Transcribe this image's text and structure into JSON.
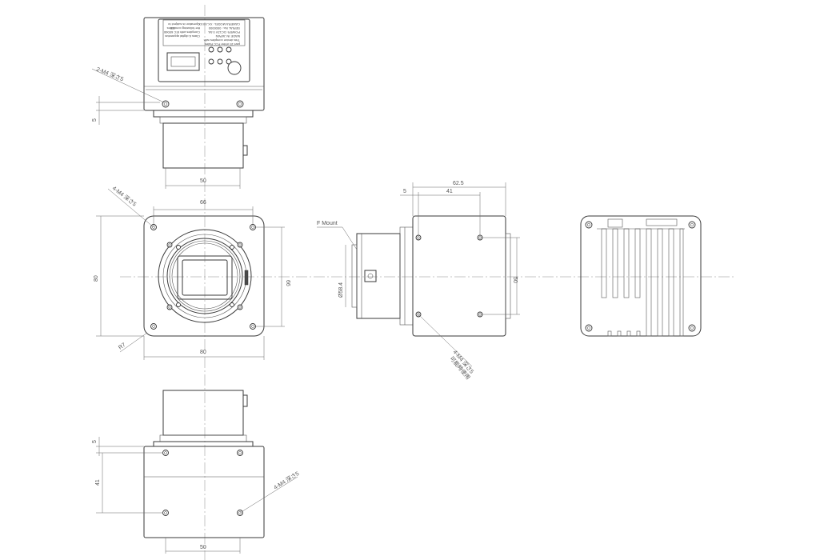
{
  "dimensions": {
    "top_hole_note": "2-M4 深さ5",
    "top_edge_offset": "5",
    "top_pitch": "50",
    "front_width": "66",
    "front_hole_note": "4-M4 深さ5",
    "front_height": "80",
    "front_inner_height": "66",
    "front_radius": "R7",
    "front_bottom_width": "80",
    "side_depth_total": "62.5",
    "side_step": "5",
    "side_hole_pitch": "41",
    "side_mount_label": "F Mount",
    "side_diameter": "Ø58.4",
    "side_vertical_pitch": "50",
    "side_hole_note": "4-M4 深さ5",
    "side_hole_note2": "可能時使用",
    "bottom_edge_offset": "5",
    "bottom_pitch_v": "41",
    "bottom_hole_note": "4-M4 深さ5",
    "bottom_pitch_h": "50"
  },
  "label_plate": [
    "CAMERA MODEL: XX-XXXX",
    "SERIAL No.: 0000000",
    "POWER: DC12V  0.5A",
    "MADE IN JAPAN",
    "This device complies with",
    "part 15 of the FCC Rules",
    "Operation is subject to",
    "the following conditions",
    "Complies with IEC 60068",
    "Class A digital apparatus",
    "CE"
  ]
}
